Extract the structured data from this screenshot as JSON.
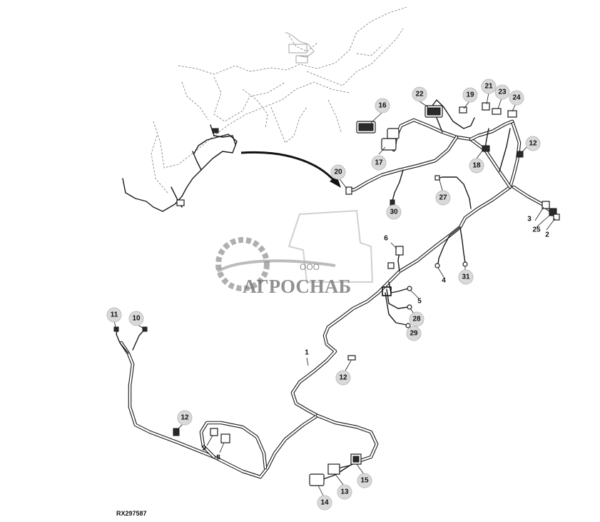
{
  "figure_reference": "RX297587",
  "watermark": {
    "line1": "ООО",
    "line2": "АГРОСНАБ"
  },
  "callouts": [
    {
      "id": "c16",
      "label": "16"
    },
    {
      "id": "c22",
      "label": "22"
    },
    {
      "id": "c19",
      "label": "19"
    },
    {
      "id": "c21",
      "label": "21"
    },
    {
      "id": "c23",
      "label": "23"
    },
    {
      "id": "c24",
      "label": "24"
    },
    {
      "id": "c12a",
      "label": "12"
    },
    {
      "id": "c17",
      "label": "17"
    },
    {
      "id": "c18",
      "label": "18"
    },
    {
      "id": "c20",
      "label": "20"
    },
    {
      "id": "c27",
      "label": "27"
    },
    {
      "id": "c30",
      "label": "30"
    },
    {
      "id": "c3",
      "label": "3"
    },
    {
      "id": "c25",
      "label": "25"
    },
    {
      "id": "c2",
      "label": "2"
    },
    {
      "id": "c6",
      "label": "6"
    },
    {
      "id": "c4",
      "label": "4"
    },
    {
      "id": "c31",
      "label": "31"
    },
    {
      "id": "c5",
      "label": "5"
    },
    {
      "id": "c28",
      "label": "28"
    },
    {
      "id": "c29",
      "label": "29"
    },
    {
      "id": "c11",
      "label": "11"
    },
    {
      "id": "c10",
      "label": "10"
    },
    {
      "id": "c1",
      "label": "1"
    },
    {
      "id": "c12b",
      "label": "12"
    },
    {
      "id": "c12c",
      "label": "12"
    },
    {
      "id": "c9",
      "label": "9"
    },
    {
      "id": "c8",
      "label": "8"
    },
    {
      "id": "c15",
      "label": "15"
    },
    {
      "id": "c13",
      "label": "13"
    },
    {
      "id": "c14",
      "label": "14"
    }
  ]
}
